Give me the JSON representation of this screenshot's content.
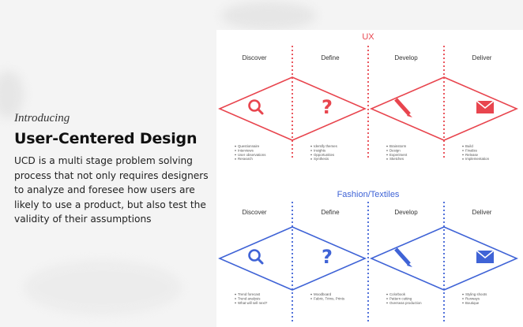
{
  "intro": {
    "kicker": "Introducing",
    "title": "User-Centered Design",
    "body": "UCD is a multi stage problem solving process that not only requires designers to analyze and foresee how users are likely to use a product, but also test the validity of their assumptions"
  },
  "colors": {
    "ux": "#e8454e",
    "fashion": "#3f63d6",
    "background": "#f4f4f4"
  },
  "diagrams": [
    {
      "title": "UX",
      "color": "#e8454e",
      "phases": [
        {
          "label": "Discover",
          "icon": "search-icon",
          "bullets": [
            "Questionnaire",
            "Interviews",
            "User observations",
            "Research"
          ]
        },
        {
          "label": "Define",
          "icon": "question-mark-icon",
          "bullets": [
            "Identify themes",
            "Insights",
            "Opportunities",
            "Synthesis"
          ]
        },
        {
          "label": "Develop",
          "icon": "pencil-icon",
          "bullets": [
            "Brainstorm",
            "Design",
            "Experiment",
            "Sketches"
          ]
        },
        {
          "label": "Deliver",
          "icon": "envelope-icon",
          "bullets": [
            "Build",
            "Finalize",
            "Release",
            "Implementation"
          ]
        }
      ]
    },
    {
      "title": "Fashion/Textiles",
      "color": "#3f63d6",
      "phases": [
        {
          "label": "Discover",
          "icon": "search-icon",
          "bullets": [
            "Trend forecast",
            "Trend analysis",
            "What will sell next?"
          ]
        },
        {
          "label": "Define",
          "icon": "question-mark-icon",
          "bullets": [
            "Moodboard",
            "Fabric, Trims, Prints"
          ]
        },
        {
          "label": "Develop",
          "icon": "pencil-icon",
          "bullets": [
            "Colorbook",
            "Pattern cutting",
            "Overseas production"
          ]
        },
        {
          "label": "Deliver",
          "icon": "envelope-icon",
          "bullets": [
            "Styling shoots",
            "Runways",
            "Boutique"
          ]
        }
      ]
    }
  ]
}
